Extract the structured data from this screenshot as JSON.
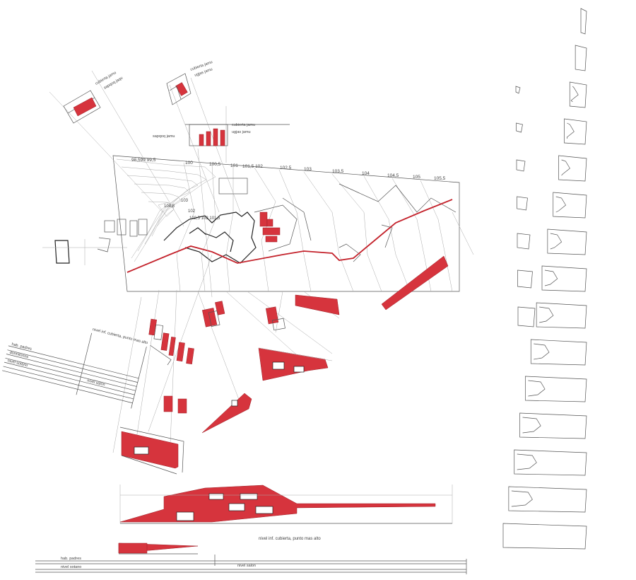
{
  "colors": {
    "accent_red": "#d6343d",
    "line": "#555555",
    "background": "#ffffff"
  },
  "plan": {
    "contour_labels": [
      "98,599 99,5",
      "100",
      "100,5",
      "101",
      "101,5 102",
      "102,5",
      "103",
      "103,5",
      "104",
      "104,5",
      "105",
      "105,5"
    ],
    "spot_labels": [
      "103",
      "104,8",
      "102",
      "102,5 102 101,5"
    ]
  },
  "annotations": {
    "sections_top_left_a": "cubierta jamu",
    "sections_top_left_b": "sapqoq jaqu",
    "sections_top_mid_a": "cubierta jamu",
    "sections_top_mid_b": "ugjas jamu",
    "sections_top_center_a": "cubierta jamu",
    "sections_top_center_b": "ugjas jamu",
    "sections_top_center_c": "sapqoq jamu",
    "left_levels": [
      "nivel inf. cubierta, punto mas alto",
      "hab. padres",
      "dormitorios",
      "nivel sotano",
      "nivel salon"
    ],
    "bottom_section_label": "nivel inf. cubierta, punto mas alto",
    "bottom_levels": [
      "hab. padres",
      "nivel sotano",
      "nivel salon"
    ]
  }
}
